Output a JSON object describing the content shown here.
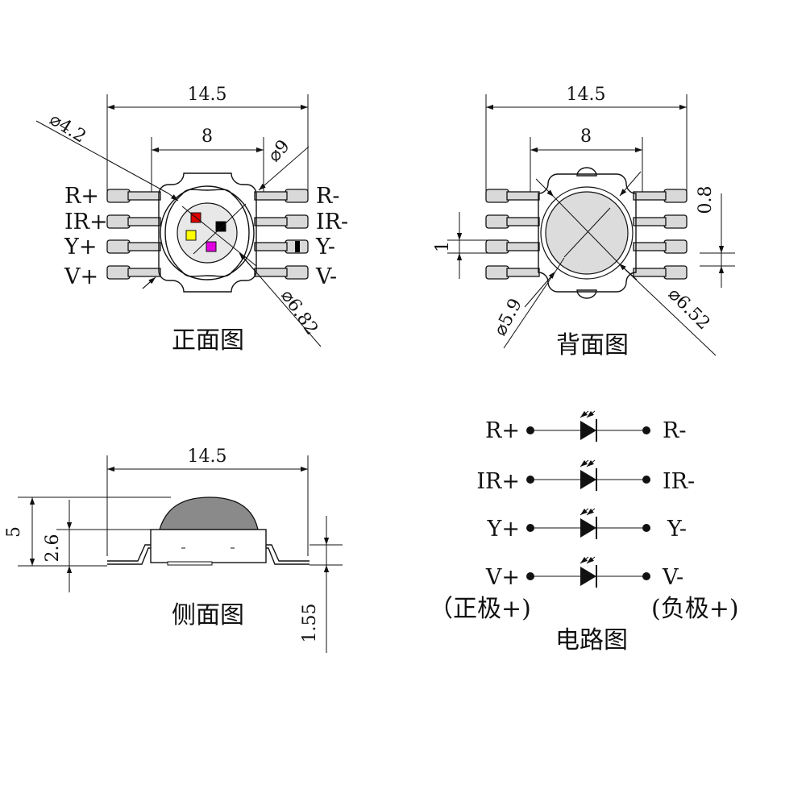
{
  "front": {
    "caption": "正面图",
    "width": "14.5",
    "pitch": "8",
    "d_inner": "⌀4.2",
    "d_outer": "⌀9",
    "d_lens": "⌀6.82",
    "pins_left": [
      "R+",
      "IR+",
      "Y+",
      "V+"
    ],
    "pins_right": [
      "R-",
      "IR-",
      "Y-",
      "V-"
    ],
    "chip_colors": {
      "red": "#e00000",
      "black": "#000000",
      "yellow": "#ffff00",
      "magenta": "#e000e0"
    }
  },
  "back": {
    "caption": "背面图",
    "width": "14.5",
    "pitch": "8",
    "pin_gap": "0.8",
    "pin_width": "1",
    "d_pad": "⌀5.9",
    "d_ring": "⌀6.52"
  },
  "side": {
    "caption": "侧面图",
    "width": "14.5",
    "height": "5",
    "body_height": "2.6",
    "lead_height": "1.55"
  },
  "circuit": {
    "caption": "电路图",
    "rows": [
      {
        "left": "R+",
        "right": "R-"
      },
      {
        "left": "IR+",
        "right": "IR-"
      },
      {
        "left": "Y+",
        "right": "Y-"
      },
      {
        "left": "V+",
        "right": "V-"
      }
    ],
    "anode_note": "（正极+)",
    "cathode_note": "(负极+)"
  }
}
